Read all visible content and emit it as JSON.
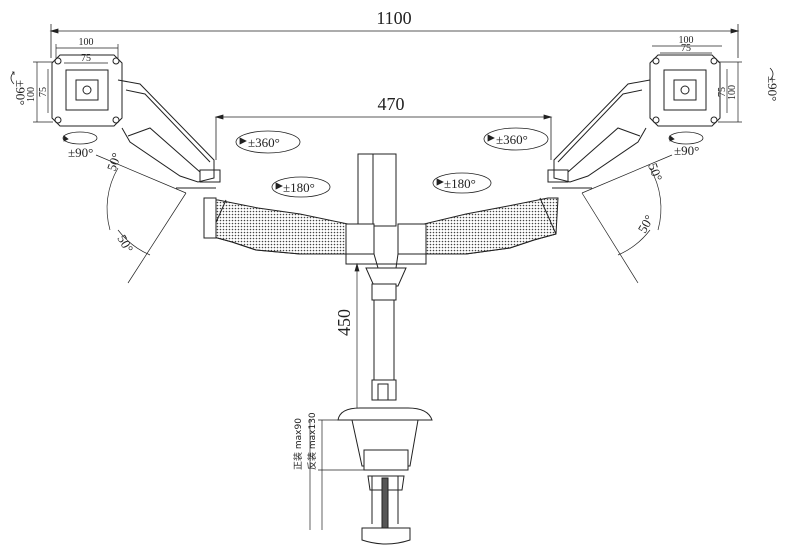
{
  "dimensions": {
    "overall_width": "1100",
    "arm_span": "470",
    "pole_height": "450",
    "vesa_outer_left": "100",
    "vesa_inner_left": "75",
    "vesa_outer_right": "100",
    "vesa_inner_right": "75",
    "vesa_side_100": "100",
    "vesa_side_75": "75"
  },
  "angles": {
    "tilt_left": "±90°",
    "tilt_right": "±90°",
    "swivel_left_head": "±90°",
    "swivel_right_head": "±90°",
    "rotate_left": "±360°",
    "rotate_right": "±360°",
    "pivot_left": "±180°",
    "pivot_right": "±180°",
    "arc_left_upper": "50°",
    "arc_left_lower": "50°",
    "arc_right_upper": "50°",
    "arc_right_lower": "50°"
  },
  "clamp": {
    "normal_mount": "正装 max90",
    "reverse_mount": "反装 max130"
  },
  "colors": {
    "line": "#222222",
    "mesh": "#555555"
  }
}
